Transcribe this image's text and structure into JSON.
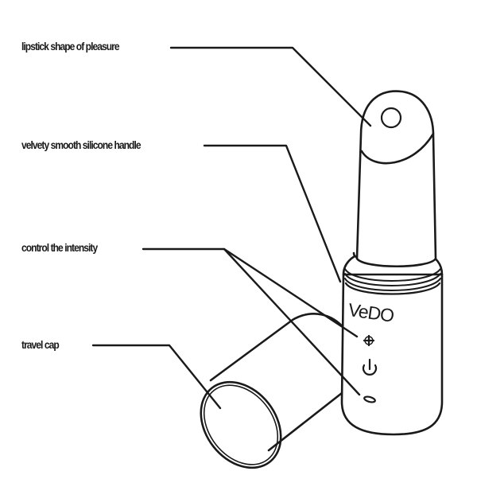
{
  "diagram": {
    "subject": "lipstick-shaped vibrator product illustration",
    "brand_logo": "VeDO",
    "line_color": "#1a1a1a",
    "background": "#ffffff",
    "callouts": [
      {
        "id": "tip",
        "label": "lipstick shape of pleasure"
      },
      {
        "id": "handle",
        "label": "velvety smooth silicone handle"
      },
      {
        "id": "controls",
        "label": "control the intensity"
      },
      {
        "id": "cap",
        "label": "travel cap"
      }
    ],
    "buttons": [
      {
        "icon": "plus-icon",
        "meaning": "increase intensity"
      },
      {
        "icon": "power-icon",
        "meaning": "power"
      },
      {
        "icon": "minus-icon",
        "meaning": "decrease intensity"
      }
    ]
  }
}
